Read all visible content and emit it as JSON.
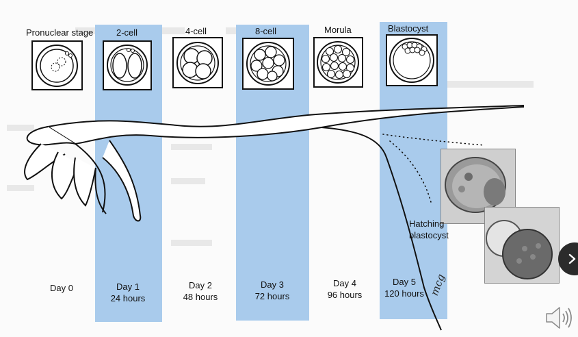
{
  "stages": [
    {
      "label": "Pronuclear stage"
    },
    {
      "label": "2-cell"
    },
    {
      "label": "4-cell"
    },
    {
      "label": "8-cell"
    },
    {
      "label": "Morula"
    },
    {
      "label": "Blastocyst"
    }
  ],
  "days": [
    {
      "day": "Day 0",
      "hours": ""
    },
    {
      "day": "Day 1",
      "hours": "24 hours"
    },
    {
      "day": "Day 2",
      "hours": "48 hours"
    },
    {
      "day": "Day 3",
      "hours": "72 hours"
    },
    {
      "day": "Day 4",
      "hours": "96 hours"
    },
    {
      "day": "Day 5",
      "hours": "120 hours"
    }
  ],
  "hatching": {
    "line1": "Hatching",
    "line2": "blastocyst"
  },
  "signature": "mcg",
  "colors": {
    "band": "#a9cbec",
    "ink": "#111111",
    "button": "#2b2b2b"
  },
  "icons": {
    "next": "chevron-right-icon",
    "audio": "speaker-icon"
  }
}
